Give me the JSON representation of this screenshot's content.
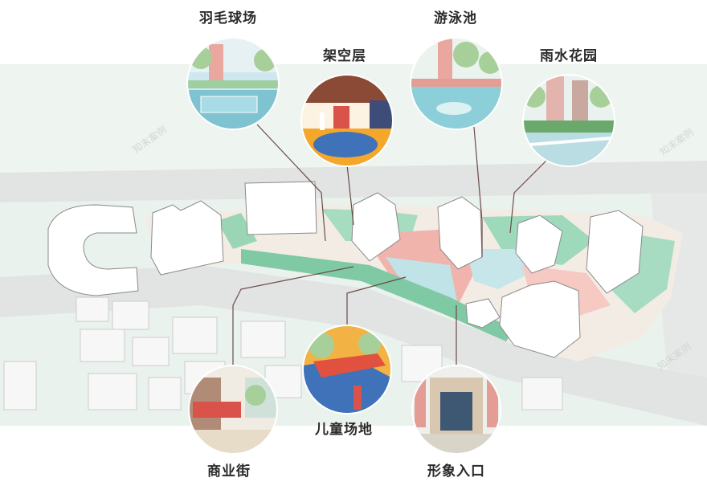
{
  "labels": {
    "badminton": "羽毛球场",
    "pilotis": "架空层",
    "pool": "游泳池",
    "rain_garden": "雨水花园",
    "commercial_street": "商业街",
    "kids_area": "儿童场地",
    "entrance": "形象入口"
  },
  "watermarks": [
    "知末案例",
    "知末案例",
    "知末案例"
  ],
  "colors": {
    "background": "#ffffff",
    "site_ground": "#e9f1ec",
    "road": "#e3e3e3",
    "greenery": "#8fcfaf",
    "pool_water": "#bfe3e6",
    "plaza_red": "#f2b8b0",
    "leader_line": "#6b4a48",
    "label_text": "#2a2a2a"
  }
}
